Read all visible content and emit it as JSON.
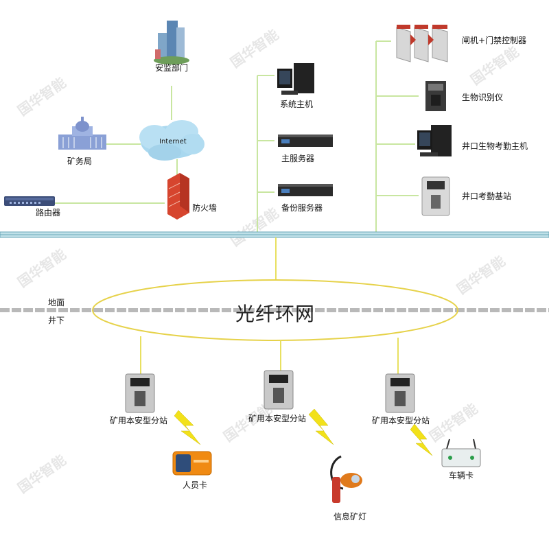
{
  "watermark": "国华智能",
  "ring": {
    "title": "光纤环网"
  },
  "surface": {
    "above": "地面",
    "below": "井下"
  },
  "internet_label": "Internet",
  "nodes": {
    "supervision": "安监部门",
    "mining_bureau": "矿务局",
    "router": "路由器",
    "firewall": "防火墙",
    "system_host": "系统主机",
    "main_server": "主服务器",
    "backup_server": "备份服务器",
    "gate_controller": "闸机+门禁控制器",
    "biometric": "生物识别仪",
    "wellhead_host": "井口生物考勤主机",
    "wellhead_station": "井口考勤基站",
    "substation_1": "矿用本安型分站",
    "substation_2": "矿用本安型分站",
    "substation_3": "矿用本安型分站",
    "personnel_card": "人员卡",
    "info_lamp": "信息矿灯",
    "vehicle_card": "车辆卡"
  },
  "colors": {
    "link_line": "#c8e6a0",
    "drop_line": "#e8e060",
    "ring": "#e6d24a",
    "bus_top": "#bfe0e8",
    "bus_edge": "#6aa7b8",
    "ground": "#b9b9b9",
    "lightning": "#f2e11a"
  }
}
